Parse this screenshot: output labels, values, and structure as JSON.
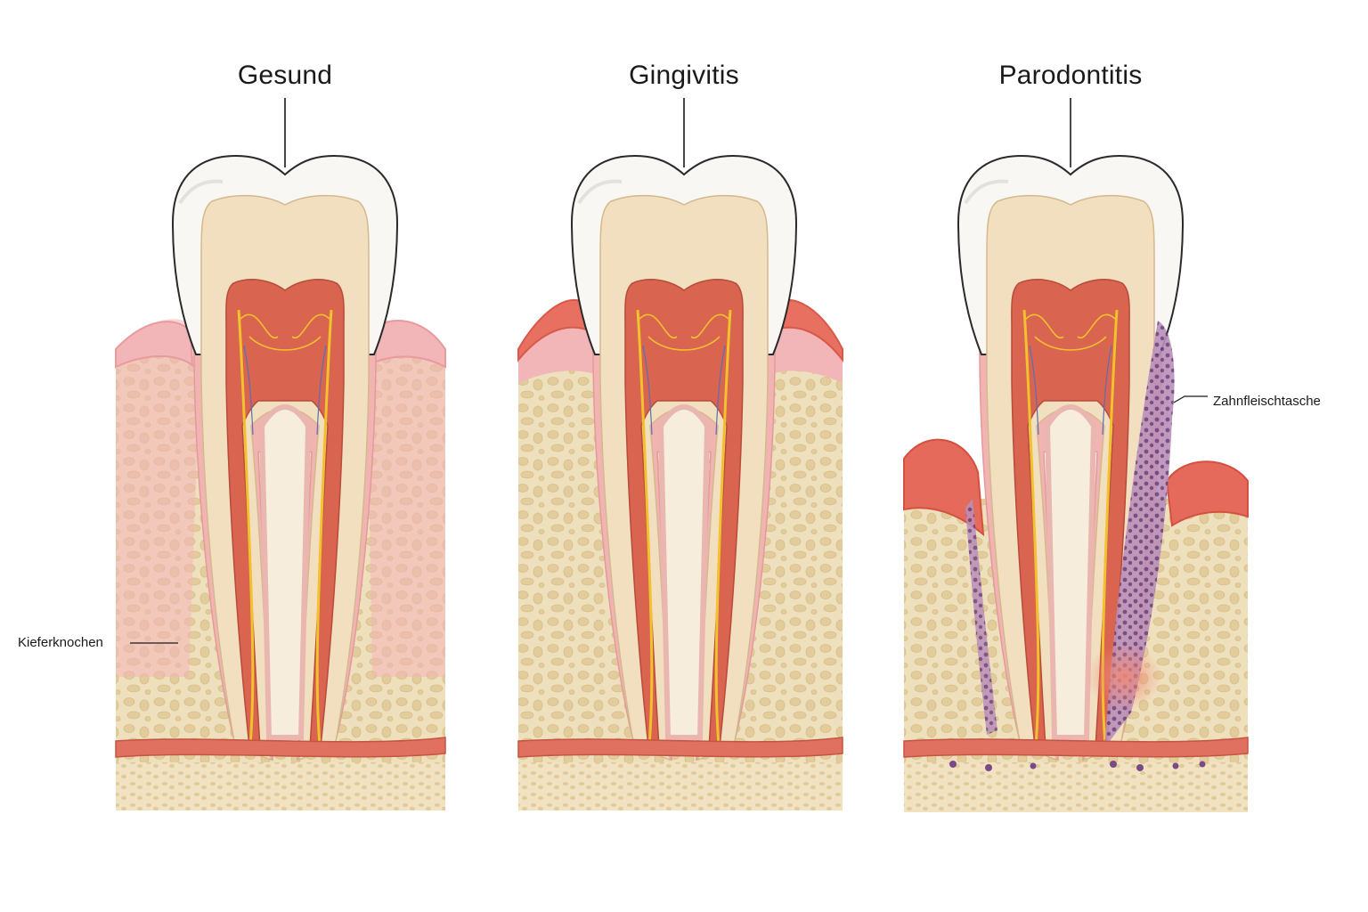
{
  "stages": [
    {
      "title": "Gesund",
      "colors": {
        "gum": "#f2b5b8",
        "gumEdge": "#e89a9e"
      }
    },
    {
      "title": "Gingivitis",
      "colors": {
        "gum": "#e87060",
        "gumEdge": "#d9584a"
      }
    },
    {
      "title": "Parodontitis",
      "colors": {
        "gum": "#e56a5c",
        "gumEdge": "#d4503f"
      }
    }
  ],
  "labels": {
    "jawbone": "Kieferknochen",
    "gum_pocket": "Zahnfleischtasche"
  },
  "colors": {
    "enamel": "#f7f6f3",
    "dentin": "#f1dfc0",
    "pulp": "#d9644f",
    "bone": "#efe0bd",
    "bone_hole": "#e3cc9c",
    "nerve": "#f2c12e",
    "bacteria": "#7a4a86"
  }
}
